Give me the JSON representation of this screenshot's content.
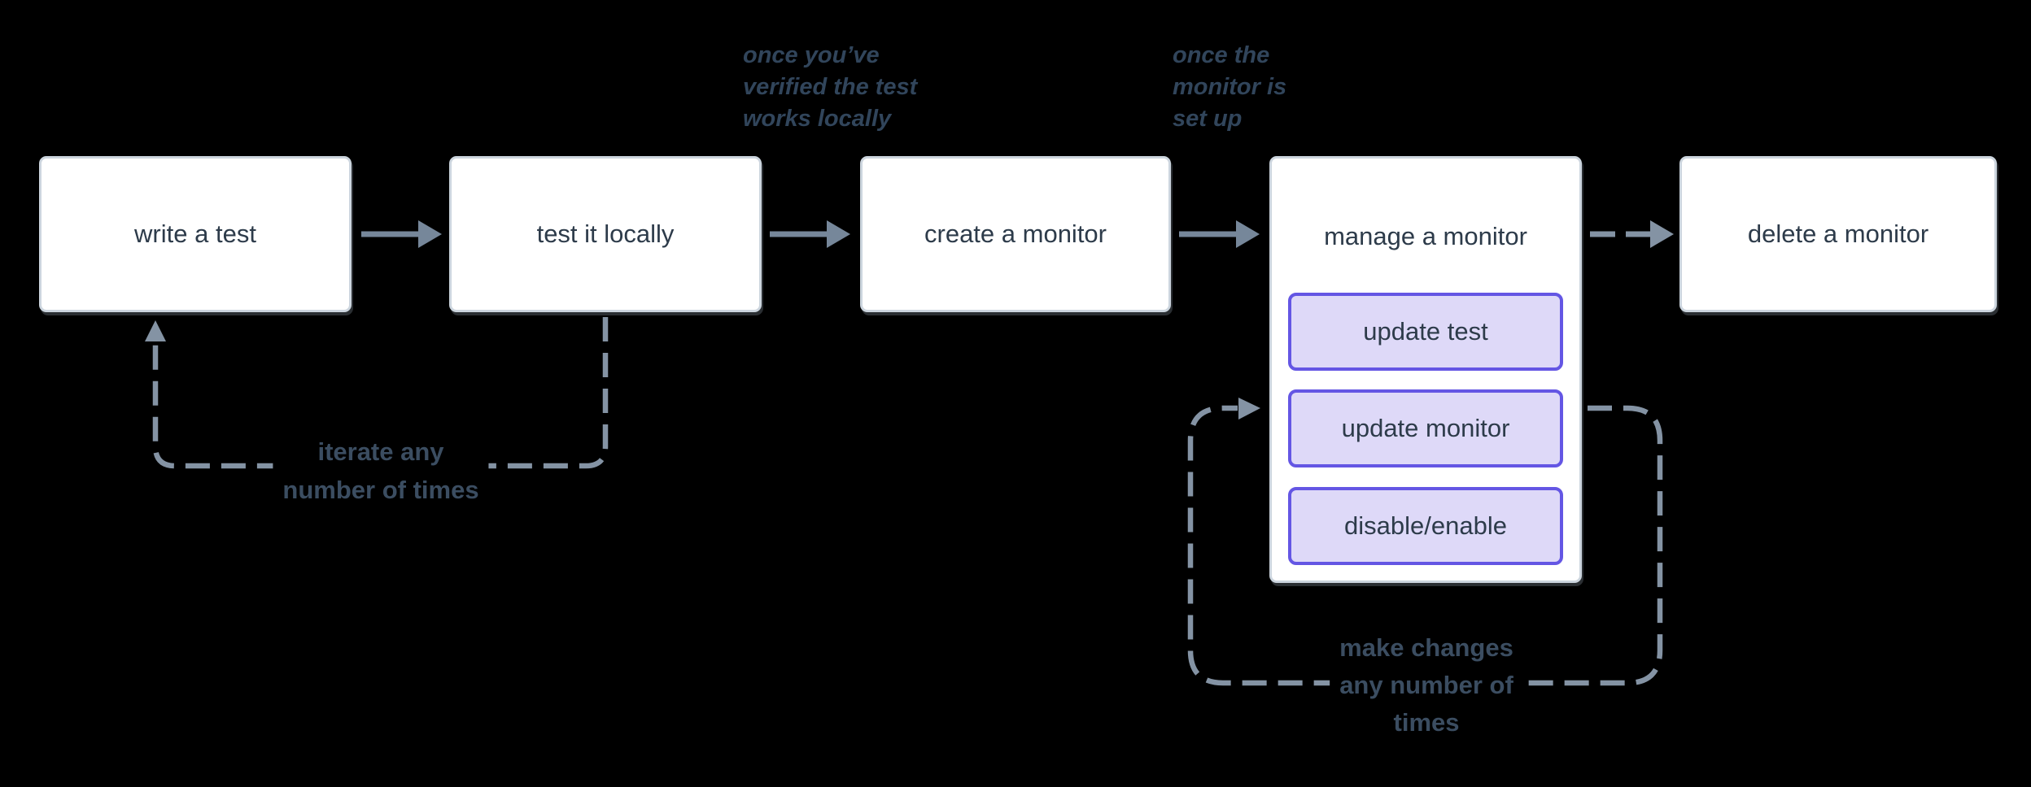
{
  "diagram": {
    "background": "#000000",
    "colors": {
      "background": "#000000",
      "box_fill": "#ffffff",
      "box_border": "#ccd5de",
      "box_text": "#2d3b4a",
      "arrow": "#76879a",
      "dashed": "#8493a4",
      "annotation_text": "#31455b",
      "loop_label_text": "#3b4d61",
      "action_fill": "#ded9f8",
      "action_border": "#6456e4"
    },
    "nodes": [
      {
        "id": "write-a-test",
        "label": "write a test"
      },
      {
        "id": "test-it-locally",
        "label": "test it locally"
      },
      {
        "id": "create-a-monitor",
        "label": "create a monitor"
      },
      {
        "id": "manage-a-monitor",
        "label": "manage a monitor"
      },
      {
        "id": "delete-a-monitor",
        "label": "delete a monitor"
      }
    ],
    "manage_actions": [
      {
        "label": "update test"
      },
      {
        "label": "update monitor"
      },
      {
        "label": "disable/enable"
      }
    ],
    "annotations": [
      {
        "lines": [
          "once you’ve",
          "verified the test",
          "works locally"
        ]
      },
      {
        "lines": [
          "once the",
          "monitor is",
          "set up"
        ]
      }
    ],
    "loop_labels": [
      {
        "lines": [
          "iterate any",
          "number of times"
        ]
      },
      {
        "lines": [
          "make changes",
          "any number of",
          "times"
        ]
      }
    ]
  }
}
